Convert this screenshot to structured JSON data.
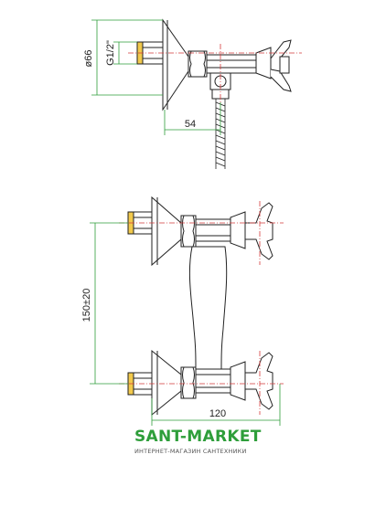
{
  "dimensions": {
    "diameter": "ø66",
    "thread": "G1/2\"",
    "depth": "54",
    "center_distance": "150±20",
    "width": "120"
  },
  "brand": {
    "name": "SANT-MARKET",
    "tagline": "ИНТЕРНЕТ-МАГАЗИН САНТЕХНИКИ",
    "color": "#2e9e3a"
  },
  "colors": {
    "outline": "#222222",
    "dimension_line": "#2e9e3a",
    "centerline": "#d43a3a",
    "fitting_fill": "#f2c94c"
  }
}
